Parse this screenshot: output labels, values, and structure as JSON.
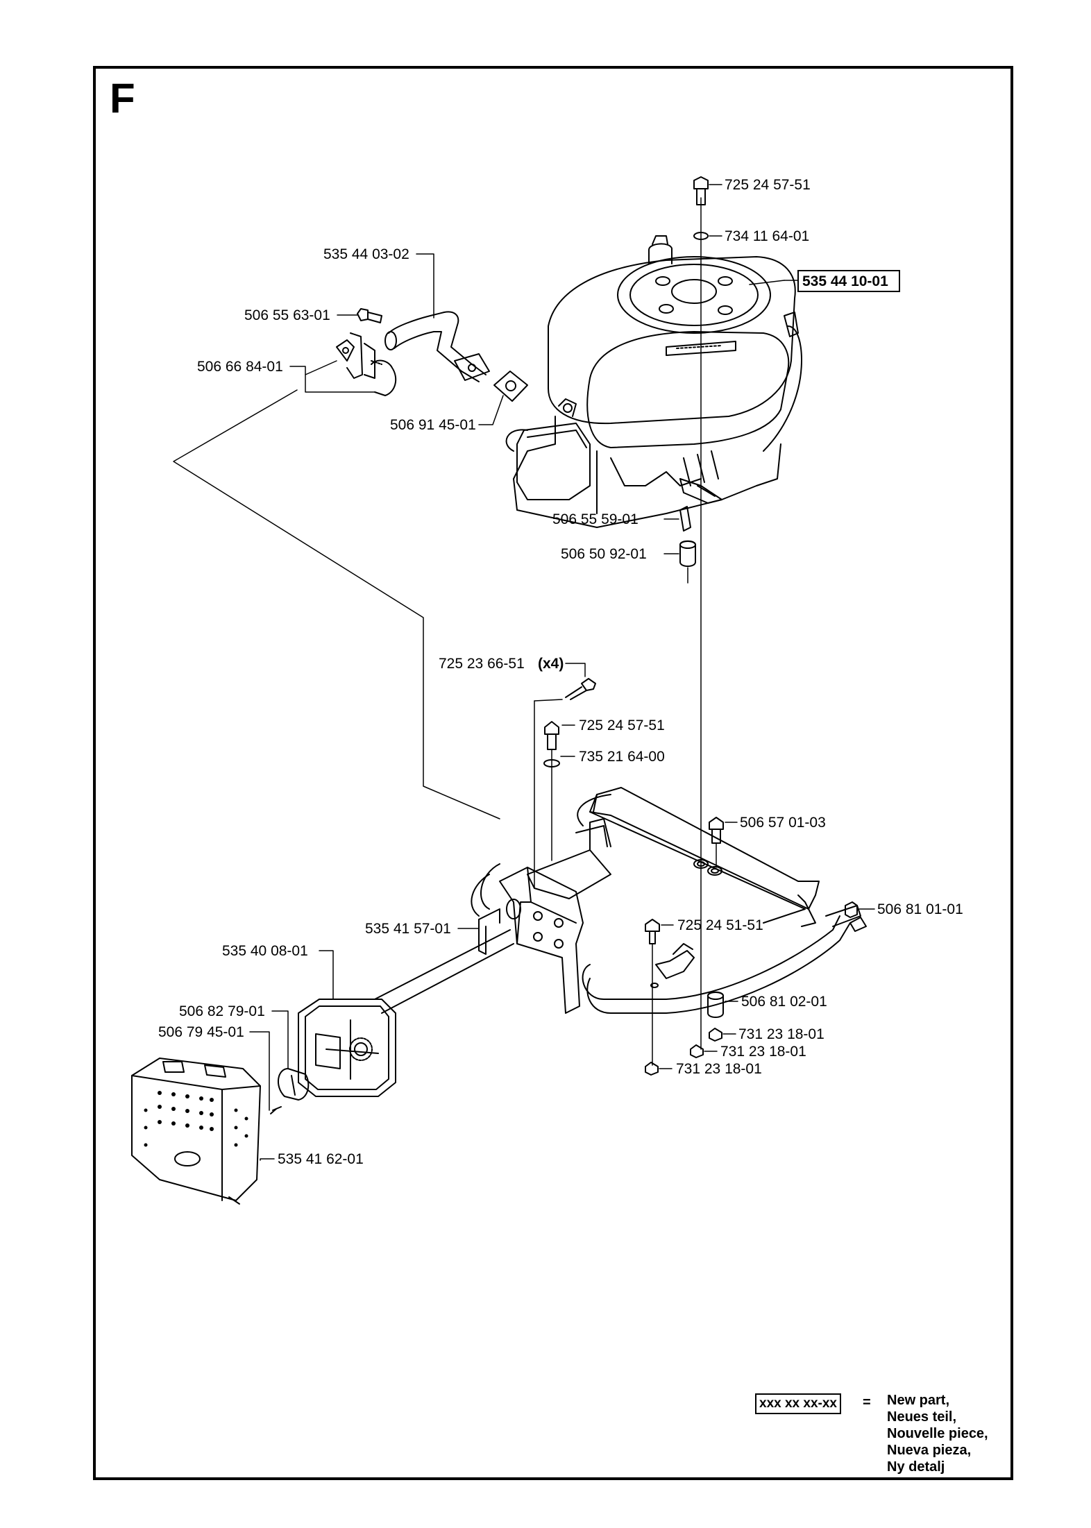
{
  "section": {
    "letter": "F"
  },
  "parts": [
    {
      "id": "p-725-24-57-51-top",
      "number": "725 24 57-51"
    },
    {
      "id": "p-734-11-64-01",
      "number": "734 11 64-01"
    },
    {
      "id": "p-535-44-10-01",
      "number": "535 44 10-01",
      "new_part": true
    },
    {
      "id": "p-535-44-03-02",
      "number": "535 44 03-02"
    },
    {
      "id": "p-506-55-63-01",
      "number": "506 55 63-01"
    },
    {
      "id": "p-506-66-84-01",
      "number": "506 66 84-01"
    },
    {
      "id": "p-506-91-45-01",
      "number": "506 91 45-01"
    },
    {
      "id": "p-506-55-59-01",
      "number": "506 55 59-01"
    },
    {
      "id": "p-506-50-92-01",
      "number": "506 50 92-01"
    },
    {
      "id": "p-725-23-66-51",
      "number": "725 23 66-51",
      "qty": "(x4)"
    },
    {
      "id": "p-725-24-57-51-mid",
      "number": "725 24 57-51"
    },
    {
      "id": "p-735-21-64-00",
      "number": "735 21 64-00"
    },
    {
      "id": "p-506-57-01-03",
      "number": "506 57 01-03"
    },
    {
      "id": "p-535-41-57-01",
      "number": "535 41 57-01"
    },
    {
      "id": "p-725-24-51-51",
      "number": "725 24 51-51"
    },
    {
      "id": "p-506-81-01-01",
      "number": "506 81 01-01"
    },
    {
      "id": "p-535-40-08-01",
      "number": "535 40 08-01"
    },
    {
      "id": "p-506-81-02-01",
      "number": "506 81 02-01"
    },
    {
      "id": "p-506-82-79-01",
      "number": "506 82 79-01"
    },
    {
      "id": "p-506-79-45-01",
      "number": "506 79 45-01"
    },
    {
      "id": "p-731-23-18-01-a",
      "number": "731 23 18-01"
    },
    {
      "id": "p-731-23-18-01-b",
      "number": "731 23 18-01"
    },
    {
      "id": "p-731-23-18-01-c",
      "number": "731 23 18-01"
    },
    {
      "id": "p-535-41-62-01",
      "number": "535 41 62-01"
    }
  ],
  "legend": {
    "symbol": "xxx xx xx-xx",
    "equals": "=",
    "lines": [
      "New part,",
      "Neues teil,",
      "Nouvelle piece,",
      "Nueva pieza,",
      "Ny detalj"
    ]
  }
}
